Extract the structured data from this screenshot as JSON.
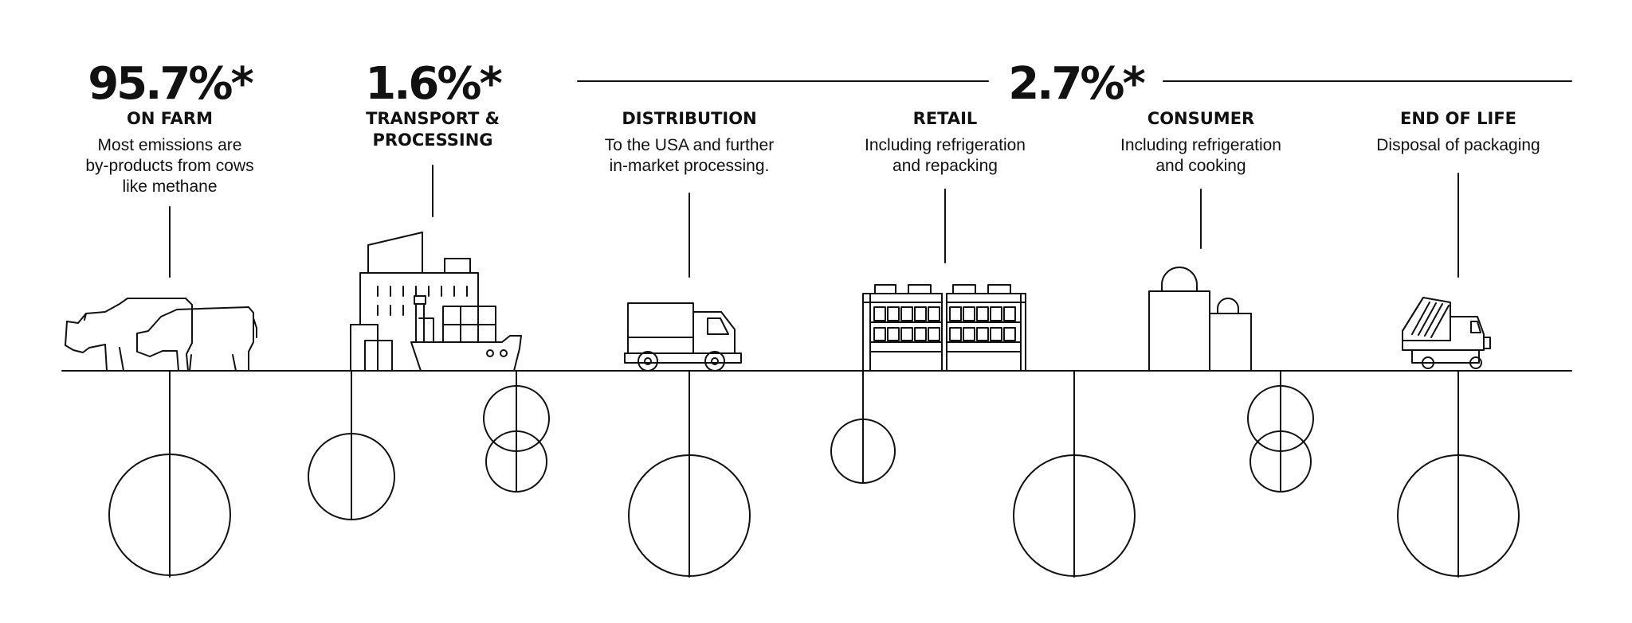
{
  "stages": {
    "on_farm": {
      "percent": "95.7%*",
      "title": "ON FARM",
      "desc_lines": [
        "Most emissions are",
        "by-products from cows",
        "like methane"
      ]
    },
    "transport": {
      "percent": "1.6%*",
      "title_lines": [
        "TRANSPORT &",
        "PROCESSING"
      ]
    },
    "distribution": {
      "title": "DISTRIBUTION",
      "desc_lines": [
        "To the USA and further",
        "in-market processing."
      ]
    },
    "retail": {
      "title": "RETAIL",
      "desc_lines": [
        "Including refrigeration",
        "and repacking"
      ]
    },
    "consumer": {
      "title": "CONSUMER",
      "desc_lines": [
        "Including refrigeration",
        "and cooking"
      ]
    },
    "end_of_life": {
      "title": "END OF LIFE",
      "desc_lines": [
        "Disposal of packaging"
      ]
    }
  },
  "group_percent": "2.7%*",
  "icons": [
    "cows-icon",
    "factory-ship-icon",
    "delivery-truck-icon",
    "retail-shelves-icon",
    "shopping-bags-icon",
    "dump-truck-icon"
  ],
  "colors": {
    "line": "#111111",
    "background": "#ffffff"
  }
}
